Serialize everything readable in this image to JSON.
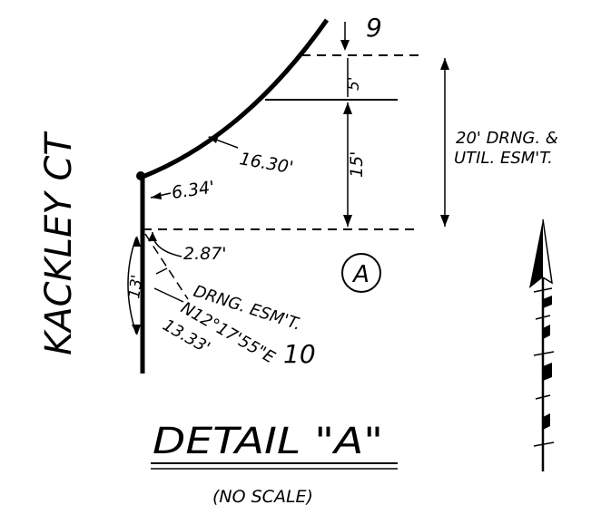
{
  "street_name": "KACKLEY CT",
  "lot_north": "9",
  "lot_south": "10",
  "detail_marker": "A",
  "dims": {
    "five": "5'",
    "fifteen": "15'",
    "arc_length": "16.30'",
    "offset_634": "6.34'",
    "offset_287": "2.87'",
    "thirteen": "13'",
    "bearing": "N12°17'55\"E",
    "bearing_distance": "13.33'"
  },
  "easements": {
    "utility_line1": "20' DRNG. &",
    "utility_line2": "UTIL. ESM'T.",
    "drainage": "DRNG. ESM'T."
  },
  "title": "DETAIL \"A\"",
  "subtitle": "(NO SCALE)",
  "colors": {
    "ink": "#000000",
    "paper": "#ffffff"
  },
  "icons": {
    "north_arrow": "north-arrow-icon"
  }
}
